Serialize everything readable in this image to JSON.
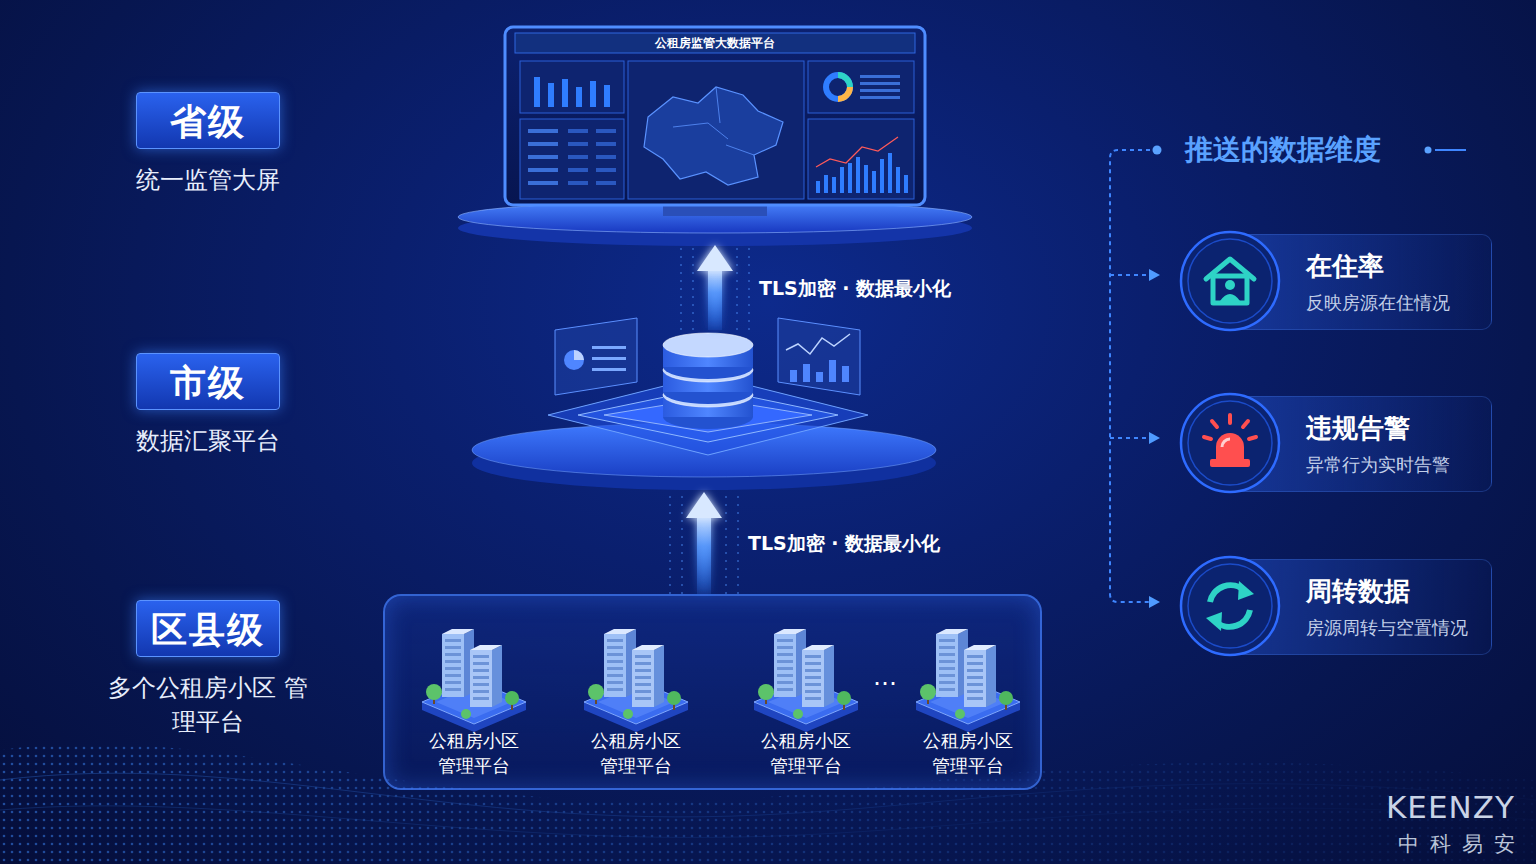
{
  "diagram": {
    "nodes": [
      {
        "text": [
          "省级",
          "统一监管大屏"
        ]
      },
      {
        "text": [
          "市级",
          "数据汇聚平台"
        ]
      },
      {
        "text": [
          "区县级",
          "多个公租房小区 管理平台"
        ]
      },
      {
        "text": [
          "公租房监管大数据平台"
        ]
      },
      {
        "text": []
      },
      {
        "text": [
          "…"
        ]
      },
      {
        "text": [
          "公租房小区 管理平台"
        ],
        "in": 5
      },
      {
        "text": [
          "公租房小区 管理平台"
        ],
        "in": 5
      },
      {
        "text": [
          "公租房小区 管理平台"
        ],
        "in": 5
      },
      {
        "text": [
          "公租房小区 管理平台"
        ],
        "in": 5
      },
      {
        "text": [
          "在住率",
          "反映房源在住情况"
        ]
      },
      {
        "text": [
          "违规告警",
          "异常行为实时告警"
        ]
      },
      {
        "text": [
          "周转数据",
          "房源周转与空置情况"
        ]
      }
    ],
    "edges": [
      {
        "from": 5,
        "to": 4,
        "arrow": "to",
        "label": "TLS加密 · 数据最小化"
      },
      {
        "from": 4,
        "to": 3,
        "arrow": "to",
        "label": "TLS加密 · 数据最小化"
      }
    ],
    "labels": [
      "推送的数据维度",
      "KEENZY",
      "中科易安"
    ]
  }
}
